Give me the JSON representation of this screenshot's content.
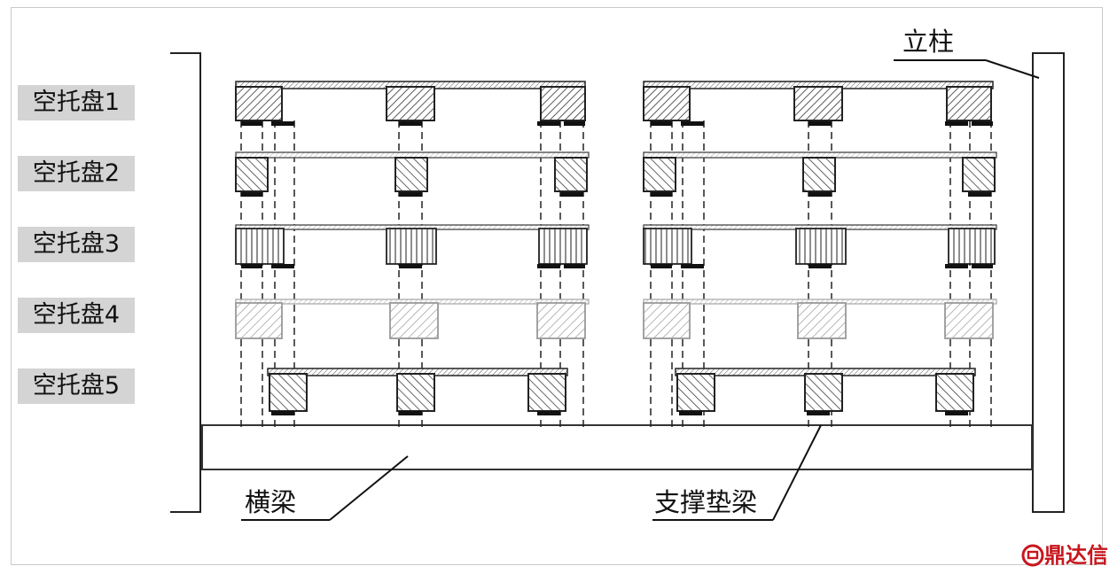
{
  "labels": {
    "trays": [
      "空托盘1",
      "空托盘2",
      "空托盘3",
      "空托盘4",
      "空托盘5"
    ],
    "column": "立柱",
    "beam": "横梁",
    "support_beam": "支撑垫梁"
  },
  "logo": {
    "text": "鼎达信"
  },
  "colors": {
    "ink": "#111111",
    "label_bg": "#d4d4d4",
    "logo": "#c8161d"
  }
}
